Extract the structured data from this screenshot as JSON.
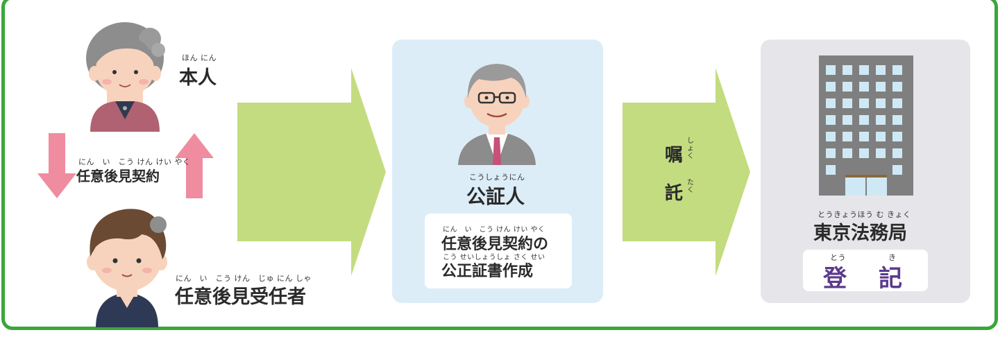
{
  "principal": {
    "ruby": "ほん にん",
    "label": "本人"
  },
  "contract": {
    "ruby": "にん　い　こう けん けい やく",
    "label": "任意後見契約"
  },
  "guardian": {
    "ruby": "にん　い　こう けん　じゅ にん しゃ",
    "label": "任意後見受任者"
  },
  "notary": {
    "ruby": "こうしょうにん",
    "label": "公証人",
    "task_ruby1": "にん　い　こう けん けい やく",
    "task_line1": "任意後見契約の",
    "task_ruby2": "こう せいしょうしょ さく せい",
    "task_line2": "公正証書作成"
  },
  "entrust": {
    "char1": "嘱",
    "ruby1": "しょく",
    "char2": "託",
    "ruby2": "たく"
  },
  "bureau": {
    "ruby": "とうきょうほう む きょく",
    "label": "東京法務局",
    "reg_ruby1": "とう",
    "reg_char1": "登",
    "reg_ruby2": "き",
    "reg_char2": "記"
  },
  "colors": {
    "frame": "#3aa63a",
    "arrow_green": "#c3dc7f",
    "arrow_pink": "#f08ca0",
    "notary_panel": "#dcedf8",
    "bureau_panel": "#e6e6ea",
    "registration_text": "#5b3a8c"
  },
  "icons": [
    "principal-avatar-icon",
    "guardian-avatar-icon",
    "notary-avatar-icon",
    "building-icon"
  ]
}
